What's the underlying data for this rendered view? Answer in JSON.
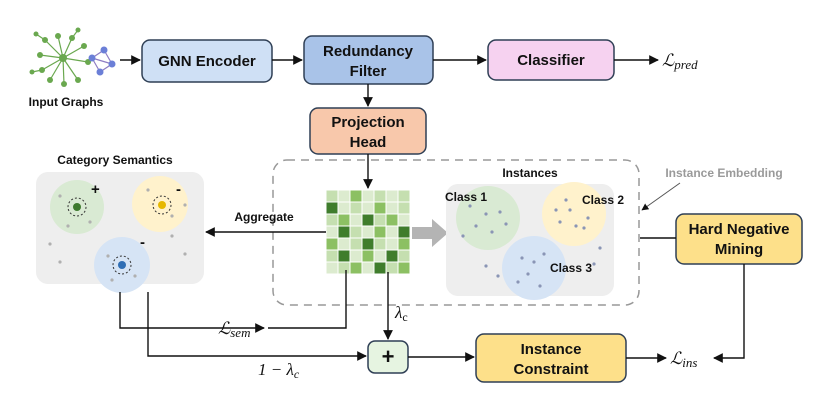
{
  "input_graphs": {
    "label": "Input Graphs"
  },
  "boxes": {
    "gnn_encoder": {
      "label": "GNN Encoder",
      "fill": "#cfe0f5",
      "stroke": "#2f3f55"
    },
    "redundancy_filter": {
      "line1": "Redundancy",
      "line2": "Filter",
      "fill": "#a9c3e8",
      "stroke": "#2f3f55"
    },
    "classifier": {
      "label": "Classifier",
      "fill": "#f6d2f0",
      "stroke": "#2f3f55"
    },
    "projection_head": {
      "line1": "Projection",
      "line2": "Head",
      "fill": "#f8c8ab",
      "stroke": "#2f3f55"
    },
    "hard_negative_mining": {
      "line1": "Hard Negative",
      "line2": "Mining",
      "fill": "#fde08a",
      "stroke": "#2f3f55"
    },
    "instance_constraint": {
      "line1": "Instance",
      "line2": "Constraint",
      "fill": "#fde08a",
      "stroke": "#2f3f55"
    }
  },
  "plus_node": {
    "symbol": "+",
    "fill": "#e6f4e1"
  },
  "category_semantics": {
    "title": "Category Semantics",
    "signs": {
      "green": "+",
      "yellow": "-",
      "blue": "-"
    },
    "colors": {
      "green": "#d9ead3",
      "yellow": "#fff2cc",
      "blue": "#d6e4f5",
      "green_dot": "#3d7a2e",
      "yellow_dot": "#e6b800",
      "blue_dot": "#2f6eb5"
    }
  },
  "instances": {
    "title": "Instances",
    "class1": "Class 1",
    "class2": "Class 2",
    "class3": "Class 3"
  },
  "instance_embedding": {
    "label": "Instance Embedding"
  },
  "aggregate": {
    "label": "Aggregate"
  },
  "losses": {
    "pred": {
      "main": "ℒ",
      "sub": "pred"
    },
    "sem": {
      "main": "ℒ",
      "sub": "sem"
    },
    "ins": {
      "main": "ℒ",
      "sub": "ins"
    }
  },
  "lambda": {
    "label": "λ",
    "sub": "c"
  },
  "one_minus_lambda": {
    "label": "1 − λ",
    "sub": "c"
  }
}
